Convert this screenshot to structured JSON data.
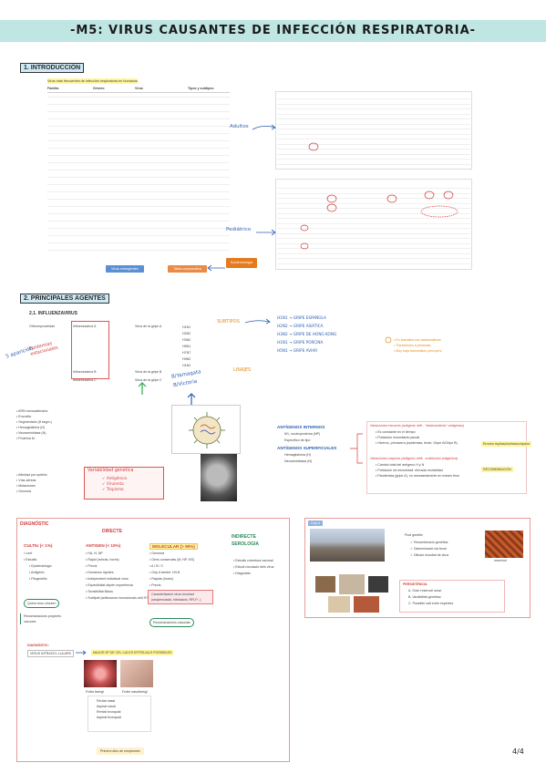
{
  "title": "-M5: VIRUS CAUSANTES DE INFECCIÓN RESPIRATORIA-",
  "page_number": "4/4",
  "section1": {
    "heading": "1. INTRODUCCIÓN",
    "subtitle": "Virus más frecuentes de infección respiratoria en humanos",
    "table_headers": [
      "Familia",
      "Género",
      "Virus",
      "Tipos y subtipos"
    ],
    "annotations": {
      "adultos": "Adultos",
      "pediatrico": "Pediátrico"
    },
    "buttons": [
      "Virus emergentes",
      "Tabla comparativa",
      "Epidemiología"
    ]
  },
  "section2": {
    "heading": "2. PRINCIPALES AGENTES",
    "sub": "2.1. INFLUENZAVIRUS",
    "left_rows": [
      {
        "fam": "Orthomyxoviridae",
        "genus": "Influenzavirus A",
        "virus": "Virus de la gripe A"
      },
      {
        "fam": "",
        "genus": "Influenzavirus B",
        "virus": "Virus de la gripe B"
      },
      {
        "fam": "",
        "genus": "Influenzavirus C",
        "virus": "Virus de la gripe C"
      }
    ],
    "subtypes": [
      "H1N1",
      "H2N2",
      "H3N2",
      "H5N1",
      "H7N7",
      "H9N2",
      "H1N2"
    ],
    "subtypes_label": "SUBTIPOS",
    "handnotes": {
      "epidemias": "Epidemias estacionales",
      "aparicion": "5 aparición",
      "linajes": "LINAJES",
      "b_yamagata": "B/Yamagata",
      "b_victoria": "B/Victoria"
    },
    "pandemic_list": [
      {
        "code": "H1N1",
        "name": "GRIPE ESPAÑOLA"
      },
      {
        "code": "H2N2",
        "name": "GRIPE ASIÁTICA"
      },
      {
        "code": "H3N2",
        "name": "GRIPE DE HONG KONG"
      },
      {
        "code": "H1N1",
        "name": "GRIPE PORCINA"
      },
      {
        "code": "H5N1",
        "name": "GRIPE AVIAR"
      }
    ],
    "c_notes": [
      "En animales son asintomáticos",
      "Transmisión a personas",
      "Muy baja transmisión pers-pers"
    ],
    "structure_notes": [
      "ARN monocatenario",
      "Envuelto",
      "Segmentado (8 segm.)",
      "Hemaglutinina (H)",
      "Neuraminidasa (N)",
      "Proteína M"
    ],
    "bottom_left_notes": [
      "Afinidad por epitelio",
      "Vías aéreas",
      "Mutaciones",
      "Genoma"
    ],
    "red_box": {
      "title": "Variabilidad genética",
      "items": [
        "Antigénica",
        "Virulenta",
        "Tropismo"
      ]
    },
    "antigens": {
      "internos_title": "ANTÍGENOS INTERNOS",
      "internos": [
        "M1, nucleoproteína (NP)",
        "Específico de tipo"
      ],
      "superficiales_title": "ANTÍGENOS SUPERFICIALES",
      "superficiales": [
        "Hemaglutinina (H)",
        "Neuraminidasa (N)"
      ]
    },
    "variations": {
      "minor_title": "Variaciones menores (antigenic drift - \"deslizamiento\" antigénico)",
      "minor": [
        "Es constante en el tiempo",
        "Población inmunitaria parcial",
        "Hiverno, primavera (epidemias, brote, Gripe A/Gripe B)"
      ],
      "minor_tag": "Errores replicación/transcripción",
      "major_title": "Variaciones mayores (antigenic shift - sustitución antigénica)",
      "major": [
        "Cambio total del antígeno H y N",
        "Población sin inmunidad: elevada mortalidad",
        "Pandemias (gripe A), no necesariamente en meses fríos"
      ],
      "major_tag": "RECOMBINACIÓN"
    }
  },
  "section3": {
    "box_title": "DIAGNÓSTIC",
    "directe": "DIRECTE",
    "indirecte": "INDIRECTE",
    "serologia": "SEROLOGIA",
    "col1_title": "CULTIU (< 1%)",
    "col1_items": [
      "Lent",
      "Estudis:",
      "Epidemiològic",
      "Antigènic",
      "Filogenètic"
    ],
    "col1_box": "Quins virus circulen",
    "col1_box2": "Recomanacions properes vacunes",
    "col2_title": "ANTIGEN (< 10%)",
    "col2_items": [
      "HA, N, NP",
      "Ràpid (minuts, hores)",
      "Precís",
      "Decisions ràpides",
      "Independent individual virus",
      "Especificitat depèn experiència",
      "Sensibilitat Baixa",
      "Subtipat (anticossos monoclonals anti H7, H5...)"
    ],
    "col3_title": "MOLECULAR (> 90%)",
    "col3_items": [
      "Genoma",
      "Gens conservats (M, NP, NS)",
      "A / B / C",
      "Grip A també: H/LN",
      "Ràpida (hores)",
      "Precís"
    ],
    "col3_box": "Caracterització virus circulant (seqüenciació, hibridació, RFLP...)",
    "col3_box2": "Recomanacions vacunals",
    "col4_items": [
      "Estudis cobertura vacunal",
      "Estudi circulació dels virus",
      "Diagnòstic"
    ],
    "diag_small_title": "DIAGNÒSTIC:",
    "diag_flow_left": "VIRUS INTRACEL·LULARS",
    "diag_flow_right": "MAJOR Nº DE CEL·LULES EPITELIALS POSSIBLES",
    "img_captions": [
      "Frotis faringi",
      "Frotis nasofaringi"
    ],
    "sample_list": [
      "Rentat nasal",
      "Aspirat nasal",
      "Rentat bronquial",
      "Aspirat bronquial"
    ],
    "bottom_tag": "Primers dies de símptomes"
  },
  "gripa_box": {
    "label": "Grip A",
    "pool_title": "Pool genètic",
    "pool_items": [
      "Recombinació genètica",
      "Disseminació via fecal",
      "Difusió mundial de virus"
    ],
    "reservoir_label": "reservori",
    "persist_title": "PERSISTÈNCIA",
    "persist_items": [
      "A. Gran reservori aviar",
      "B. Variabilitat genètica",
      "C. Possible salt entre espècies"
    ]
  },
  "colors": {
    "banner": "#bfe6e3",
    "accent_blue": "#2d5fb0",
    "accent_red": "#d23b3b",
    "accent_orange": "#e38a18",
    "highlight_yellow": "#fff59a"
  }
}
